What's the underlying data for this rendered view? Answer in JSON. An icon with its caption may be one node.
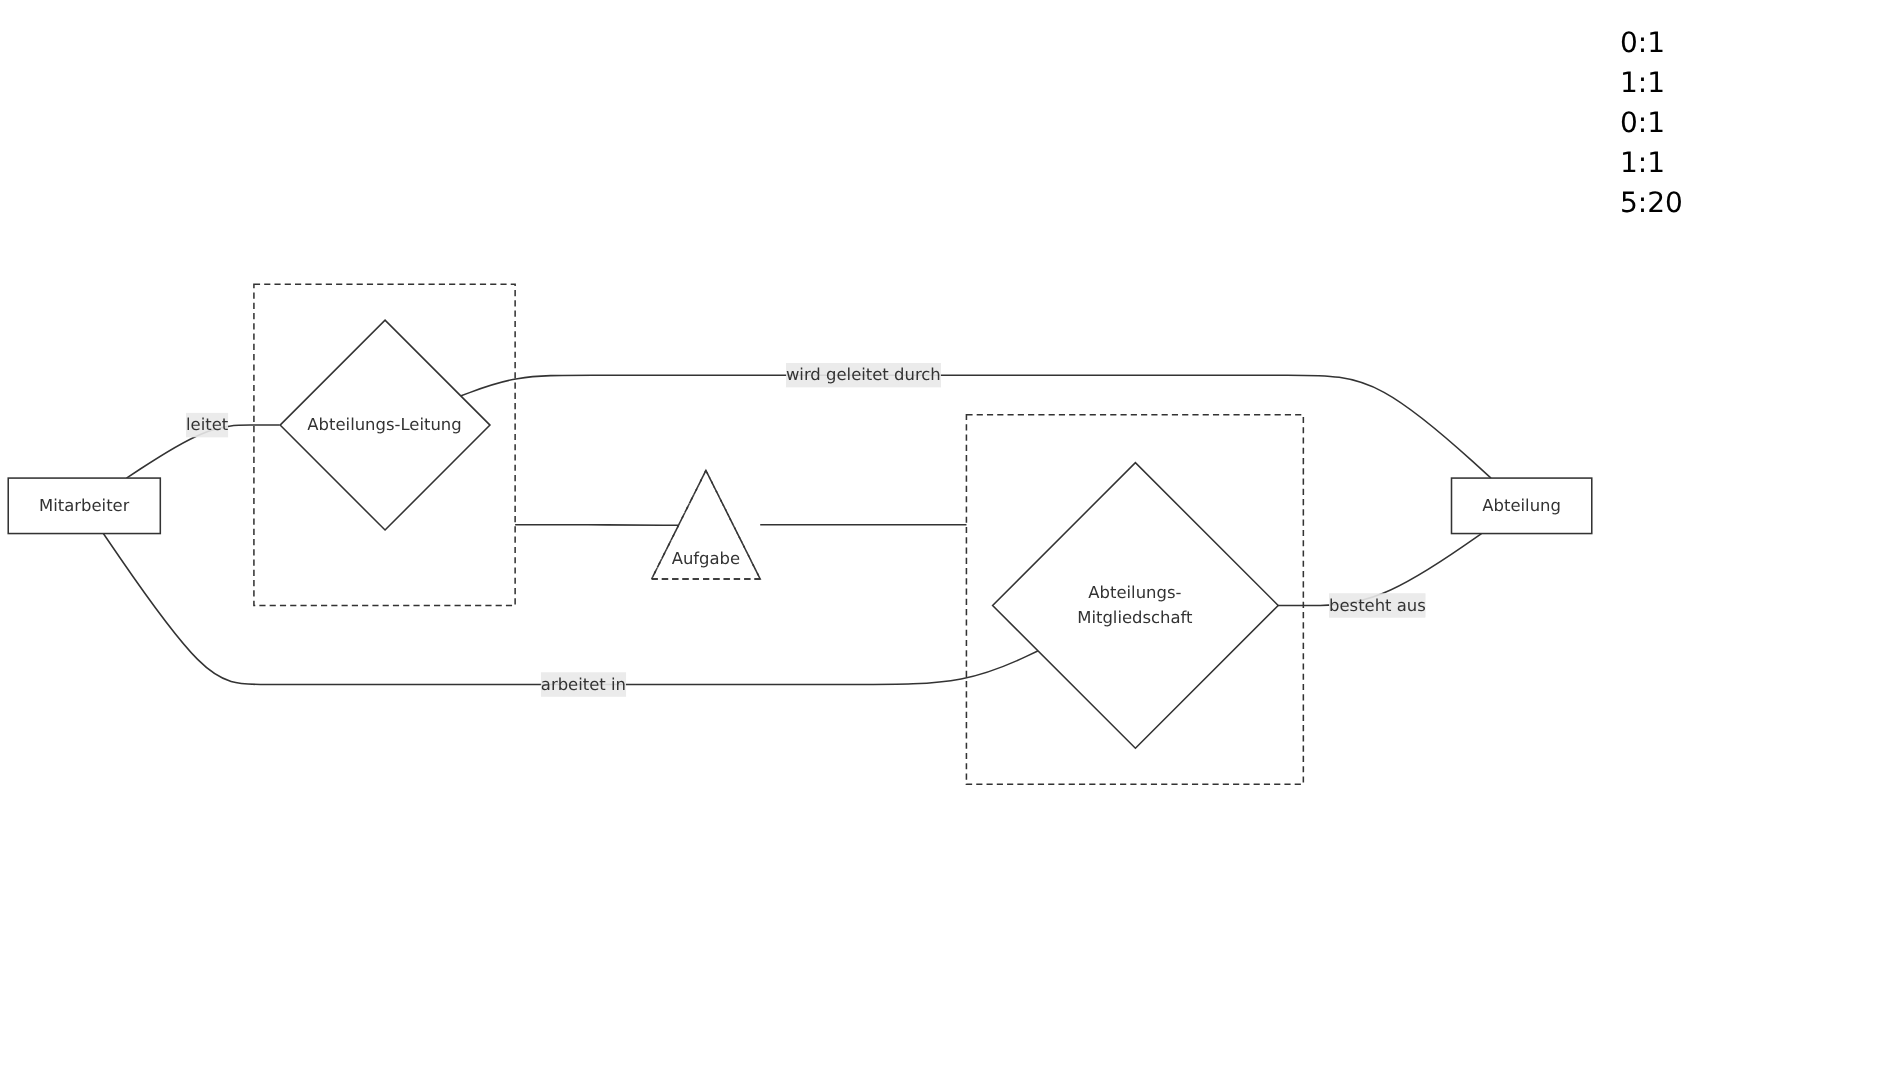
{
  "diagram": {
    "nodes": [
      {
        "text": [
          "Mitarbeiter"
        ]
      },
      {
        "text": [],
        "shape": "box"
      },
      {
        "text": [
          "Abteilungs-Leitung"
        ],
        "in": 1
      },
      {
        "text": [
          "Abteilung"
        ]
      },
      {
        "text": [
          "Aufgabe"
        ]
      },
      {
        "text": [],
        "shape": "box"
      },
      {
        "text": [
          "Abteilungs-Mitgliedschaft"
        ],
        "in": 5
      }
    ],
    "edges": [
      {
        "from": 0,
        "to": 2,
        "arrow": "none",
        "label": "leitet"
      },
      {
        "from": 2,
        "to": 3,
        "arrow": "none",
        "label": "wird geleitet durch"
      },
      {
        "from": 1,
        "to": 4,
        "arrow": "none"
      },
      {
        "from": 4,
        "to": 5,
        "arrow": "none"
      },
      {
        "from": 0,
        "to": 6,
        "arrow": "none",
        "label": "arbeitet in"
      },
      {
        "from": 6,
        "to": 3,
        "arrow": "none",
        "label": "besteht aus"
      }
    ],
    "labels": [
      "0:1",
      "1:1",
      "0:1",
      "1:1",
      "5:20"
    ]
  }
}
